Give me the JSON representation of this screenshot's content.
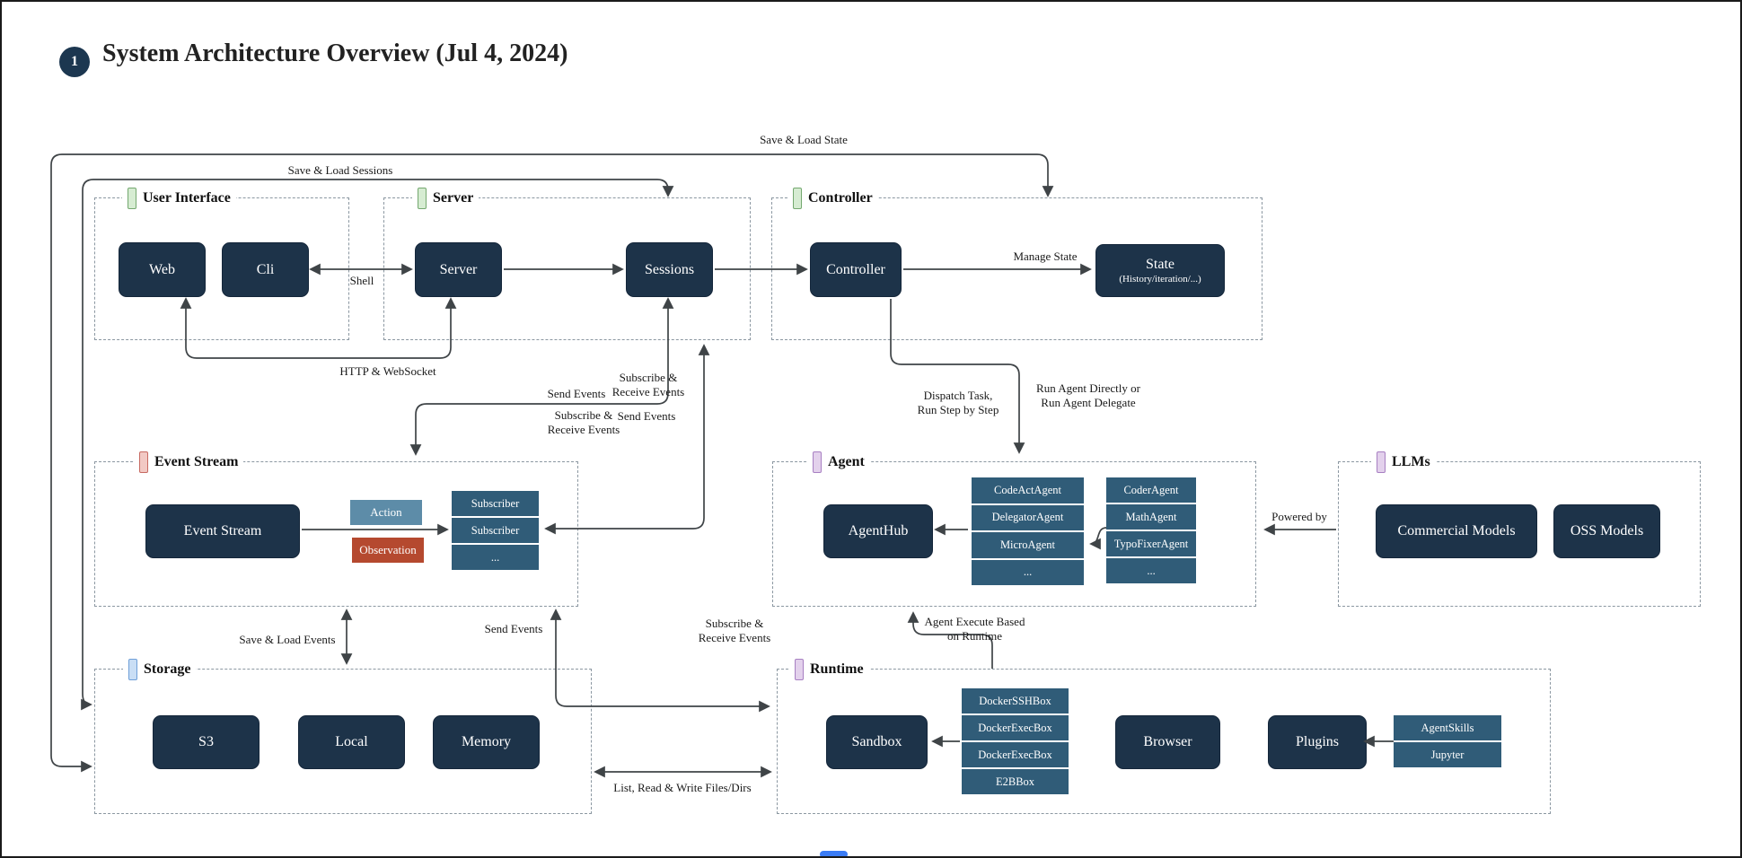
{
  "title": {
    "badge": "1",
    "text": "System Architecture Overview (Jul 4, 2024)"
  },
  "sections": {
    "user_interface": {
      "label": "User Interface",
      "nodes": {
        "web": "Web",
        "cli": "Cli"
      }
    },
    "server": {
      "label": "Server",
      "nodes": {
        "server": "Server",
        "sessions": "Sessions"
      }
    },
    "controller": {
      "label": "Controller",
      "nodes": {
        "controller": "Controller",
        "state": "State",
        "state_sub": "(History/iteration/...)"
      }
    },
    "event_stream": {
      "label": "Event Stream",
      "nodes": {
        "event_stream": "Event Stream",
        "action": "Action",
        "observation": "Observation"
      },
      "subscribers": [
        "Subscriber",
        "Subscriber",
        "..."
      ]
    },
    "agent": {
      "label": "Agent",
      "nodes": {
        "agent_hub": "AgentHub"
      },
      "stack1": [
        "CodeActAgent",
        "DelegatorAgent",
        "MicroAgent",
        "..."
      ],
      "stack2": [
        "CoderAgent",
        "MathAgent",
        "TypoFixerAgent",
        "..."
      ]
    },
    "llms": {
      "label": "LLMs",
      "nodes": {
        "commercial": "Commercial Models",
        "oss": "OSS Models"
      }
    },
    "storage": {
      "label": "Storage",
      "nodes": {
        "s3": "S3",
        "local": "Local",
        "memory": "Memory"
      }
    },
    "runtime": {
      "label": "Runtime",
      "nodes": {
        "sandbox": "Sandbox",
        "browser": "Browser",
        "plugins": "Plugins"
      },
      "sandbox_stack": [
        "DockerSSHBox",
        "DockerExecBox",
        "DockerExecBox",
        "E2BBox"
      ],
      "plugins_stack": [
        "AgentSkills",
        "Jupyter"
      ]
    }
  },
  "edges": {
    "save_load_state": "Save & Load State",
    "save_load_sessions": "Save & Load Sessions",
    "shell": "Shell",
    "http_websocket": "HTTP & WebSocket",
    "send_events_top": "Send Events",
    "subscribe_receive_top": "Subscribe &\nReceive Events",
    "subscribe_receive_right": "Subscribe &\nReceive Events",
    "send_events_right": "Send Events",
    "manage_state": "Manage State",
    "dispatch_task": "Dispatch Task,\nRun Step by Step",
    "run_agent": "Run Agent Directly or\nRun Agent Delegate",
    "powered_by": "Powered by",
    "save_load_events": "Save & Load Events",
    "send_events_bottom": "Send Events",
    "subscribe_receive_bottom": "Subscribe &\nReceive Events",
    "agent_execute": "Agent Execute Based on Runtime",
    "list_read_write": "List, Read & Write Files/Dirs"
  },
  "colors": {
    "node_fill": "#1d3349",
    "stack_fill": "#305c78",
    "action": "#5d8ca8",
    "observation": "#b5492f",
    "bar_green": "#74a86f",
    "bar_red": "#c76a62",
    "bar_blue": "#6f9fd8",
    "bar_purple": "#a77fc2",
    "edge": "#3f4447",
    "badge": "#1c3750",
    "bottom_strip": "#3b7cf5"
  }
}
